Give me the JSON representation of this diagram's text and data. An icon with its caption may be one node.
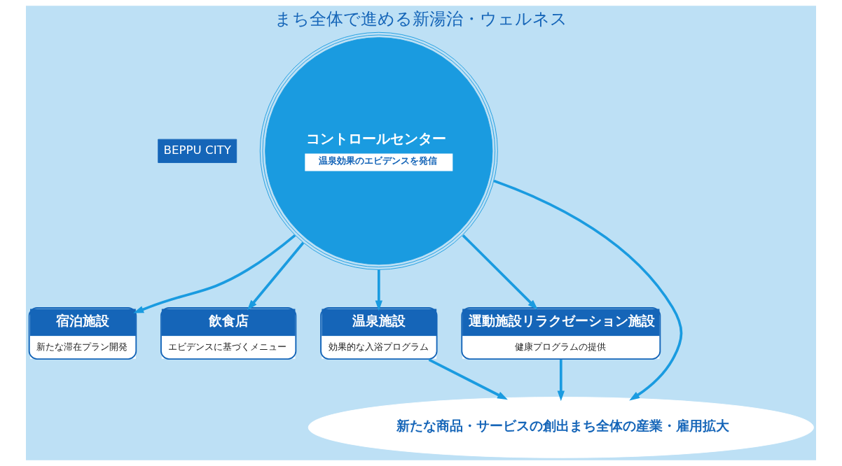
{
  "diagram": {
    "title": "まち全体で進める新湯治・ウェルネス",
    "nodes": [
      {
        "text": [
          "宿泊施設",
          "新たな滞在プラン開発"
        ]
      },
      {
        "text": [
          "飲食店",
          "エビデンスに基づくメニュー"
        ]
      },
      {
        "text": [
          "コントロールセンター",
          "温泉効果のエビデンスを発信"
        ]
      },
      {
        "text": [
          "温泉施設",
          "効果的な入浴プログラム"
        ]
      },
      {
        "text": [
          "運動施設リラクゼーション施設",
          "健康プログラムの提供"
        ]
      },
      {
        "text": [
          "新たな商品・サービスの創出まち全体の産業・雇用拡大"
        ]
      }
    ],
    "edges": [
      {
        "from": 2,
        "to": 0,
        "arrow": "to"
      },
      {
        "from": 2,
        "to": 1,
        "arrow": "to"
      },
      {
        "from": 2,
        "to": 3,
        "arrow": "to"
      },
      {
        "from": 2,
        "to": 4,
        "arrow": "to"
      },
      {
        "from": 3,
        "to": 5,
        "arrow": "to"
      },
      {
        "from": 2,
        "to": 5,
        "arrow": "to"
      },
      {
        "from": 4,
        "to": 5,
        "arrow": "to"
      }
    ],
    "labels": [
      "BEPPU CITY"
    ]
  }
}
